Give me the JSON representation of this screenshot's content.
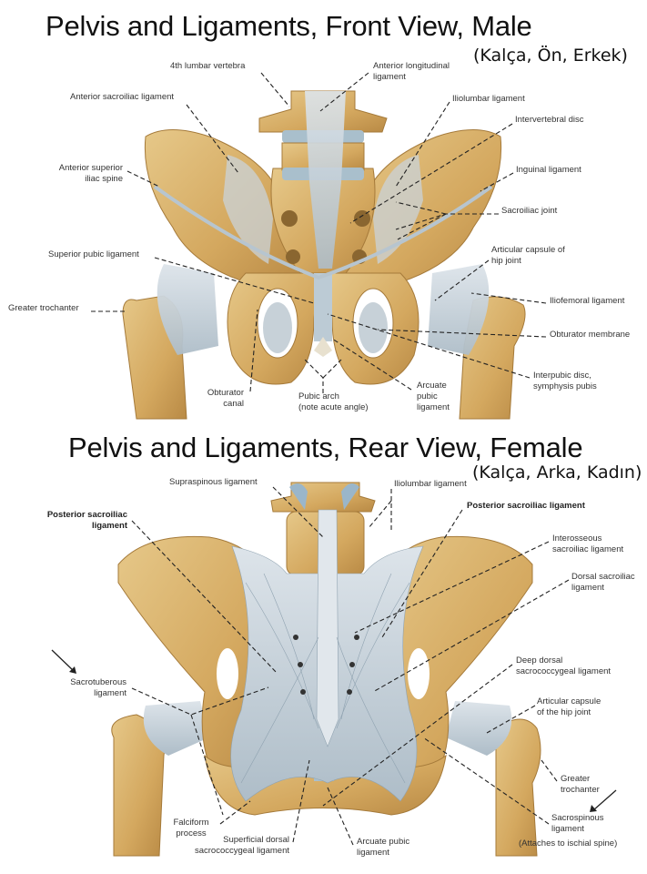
{
  "front": {
    "title": "Pelvis and Ligaments, Front View, Male",
    "subtitle": "(Kalça, Ön, Erkek)",
    "labels": {
      "lumbar4": "4th lumbar vertebra",
      "ant_long_1": "Anterior longitudinal",
      "ant_long_2": "ligament",
      "ant_sacroiliac": "Anterior sacroiliac ligament",
      "iliolumbar": "Iliolumbar ligament",
      "intervertebral": "Intervertebral disc",
      "asis_1": "Anterior superior",
      "asis_2": "iliac spine",
      "inguinal": "Inguinal ligament",
      "sacroiliac_joint": "Sacroiliac joint",
      "sup_pubic": "Superior pubic ligament",
      "art_capsule_1": "Articular capsule of",
      "art_capsule_2": "hip joint",
      "greater_troch": "Greater trochanter",
      "iliofemoral": "Iliofemoral ligament",
      "obt_membrane": "Obturator membrane",
      "interpubic_1": "Interpubic disc,",
      "interpubic_2": "symphysis pubis",
      "obt_canal_1": "Obturator",
      "obt_canal_2": "canal",
      "pubic_arch_1": "Pubic arch",
      "pubic_arch_2": "(note acute angle)",
      "arcuate_1": "Arcuate",
      "arcuate_2": "pubic",
      "arcuate_3": "ligament"
    }
  },
  "rear": {
    "title": "Pelvis and Ligaments, Rear View, Female",
    "subtitle": "(Kalça, Arka, Kadın)",
    "labels": {
      "supraspinous": "Supraspinous ligament",
      "iliolumbar": "Iliolumbar ligament",
      "post_si_right": "Posterior sacroiliac ligament",
      "post_si_left_1": "Posterior sacroiliac",
      "post_si_left_2": "ligament",
      "interosseous_1": "Interosseous",
      "interosseous_2": "sacroiliac ligament",
      "dorsal_si_1": "Dorsal sacroiliac",
      "dorsal_si_2": "ligament",
      "deep_dorsal_1": "Deep dorsal",
      "deep_dorsal_2": "sacrococcygeal ligament",
      "sacrotuberous_1": "Sacrotuberous",
      "sacrotuberous_2": "ligament",
      "art_capsule_1": "Articular capsule",
      "art_capsule_2": "of the hip joint",
      "greater_troch_1": "Greater",
      "greater_troch_2": "trochanter",
      "falciform_1": "Falciform",
      "falciform_2": "process",
      "sacrospinous_1": "Sacrospinous",
      "sacrospinous_2": "ligament",
      "superficial_1": "Superficial dorsal",
      "superficial_2": "sacrococcygeal ligament",
      "arcuate_1": "Arcuate pubic",
      "arcuate_2": "ligament",
      "ischial_note": "(Attaches to ischial spine)"
    }
  },
  "colors": {
    "bone": "#d8b06a",
    "bone_dark": "#b98a45",
    "ligament": "#c9d3da",
    "ligament_dark": "#9fb0bd"
  }
}
